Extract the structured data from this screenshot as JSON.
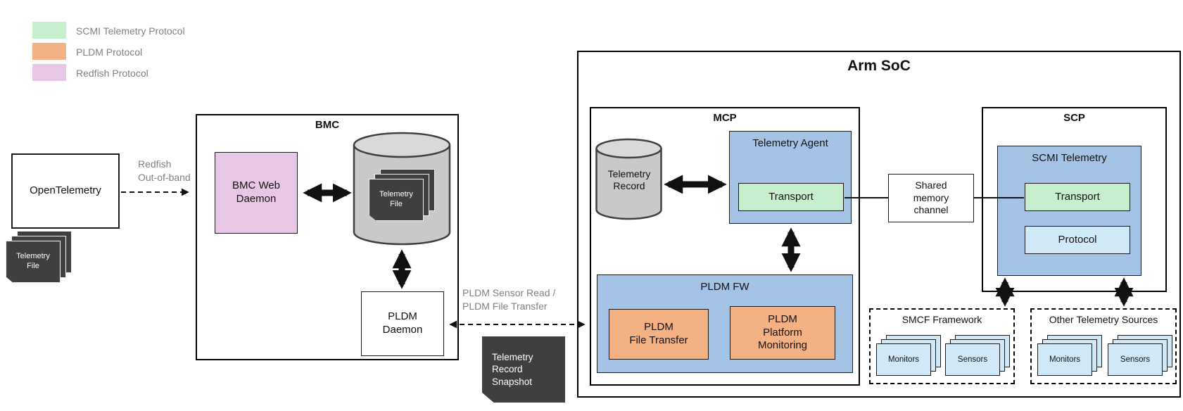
{
  "legend": {
    "items": [
      {
        "label": "SCMI Telemetry Protocol",
        "color": "#c6efce"
      },
      {
        "label": "PLDM Protocol",
        "color": "#f4b183"
      },
      {
        "label": "Redfish Protocol",
        "color": "#e8c6e6"
      }
    ]
  },
  "colors": {
    "scmi_green": "#c6efce",
    "pldm_orange": "#f4b183",
    "redfish_pink": "#e8c6e6",
    "component_blue": "#a3c4e4",
    "light_blue": "#cfe9f8",
    "dark_document": "#3f3f3f",
    "cylinder_gray": "#c9c9c9"
  },
  "external": {
    "opentelemetry": "OpenTelemetry",
    "telemetry_file": "Telemetry File",
    "redfish_link_label": "Redfish\nOut-of-band"
  },
  "bmc": {
    "title": "BMC",
    "web_daemon": "BMC Web Daemon",
    "db_file": "Telemetry File",
    "pldm_daemon": "PLDM Daemon"
  },
  "links": {
    "pldm_link_label": "PLDM Sensor Read /\nPLDM File Transfer",
    "snapshot": "Telemetry Record Snapshot"
  },
  "soc": {
    "title": "Arm SoC",
    "mcp": {
      "title": "MCP",
      "telemetry_record": "Telemetry Record",
      "agent": {
        "title": "Telemetry Agent",
        "transport": "Transport"
      },
      "pldm_fw": {
        "title": "PLDM FW",
        "file_transfer": "PLDM\nFile Transfer",
        "platform_monitoring": "PLDM\nPlatform Monitoring"
      }
    },
    "shared_memory": "Shared memory channel",
    "scp": {
      "title": "SCP",
      "scmi": {
        "title": "SCMI Telemetry",
        "transport": "Transport",
        "protocol": "Protocol"
      }
    },
    "smcf": {
      "title": "SMCF Framework",
      "monitors": "Monitors",
      "sensors": "Sensors"
    },
    "other": {
      "title": "Other Telemetry Sources",
      "monitors": "Monitors",
      "sensors": "Sensors"
    }
  }
}
